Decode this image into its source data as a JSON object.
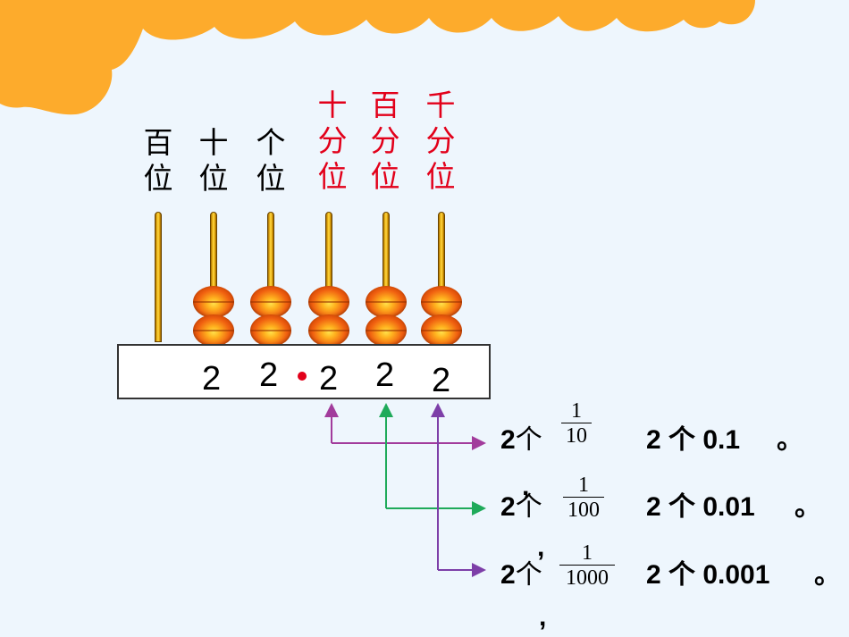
{
  "place_labels": [
    {
      "lines": [
        "百",
        "位"
      ],
      "color": "#000000"
    },
    {
      "lines": [
        "十",
        "位"
      ],
      "color": "#000000"
    },
    {
      "lines": [
        "个",
        "位"
      ],
      "color": "#000000"
    },
    {
      "lines": [
        "十",
        "分",
        "位"
      ],
      "color": "#e2001a"
    },
    {
      "lines": [
        "百",
        "分",
        "位"
      ],
      "color": "#e2001a"
    },
    {
      "lines": [
        "千",
        "分",
        "位"
      ],
      "color": "#e2001a"
    }
  ],
  "abacus": {
    "beads_per_rod": [
      0,
      2,
      2,
      2,
      2,
      2
    ],
    "digits": [
      "2",
      "2",
      "2",
      "2",
      "2"
    ]
  },
  "rows": [
    {
      "count": "2",
      "unit": "个",
      "numerator": "1",
      "denominator": "10",
      "decimal_text": "2 个 0.1",
      "end": "。",
      "arrow_color": "#a23c9c"
    },
    {
      "count": "2",
      "unit": "个",
      "numerator": "1",
      "denominator": "100",
      "decimal_text": "2 个 0.01",
      "end": "。",
      "arrow_color": "#1faa5a"
    },
    {
      "count": "2",
      "unit": "个",
      "numerator": "1",
      "denominator": "1000",
      "decimal_text": "2 个 0.001",
      "end": "。",
      "arrow_color": "#7d3fa8"
    }
  ],
  "stray_commas": [
    ",",
    ",",
    ","
  ]
}
